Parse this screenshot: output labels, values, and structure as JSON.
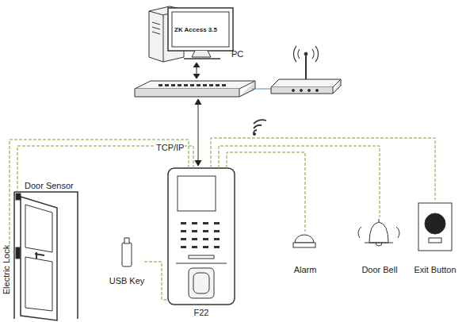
{
  "diagram": {
    "nodes": [
      {
        "text": [
          "ZK Access 3.5",
          "PC"
        ]
      },
      {
        "text": [
          "F22"
        ]
      },
      {
        "text": [
          "USB Key"
        ]
      },
      {
        "text": [
          "Alarm"
        ]
      },
      {
        "text": [
          "Door Bell"
        ]
      },
      {
        "text": [
          "Exit Button"
        ]
      }
    ],
    "edges": [
      {
        "from": 1,
        "to": 3,
        "arrow": "none"
      },
      {
        "from": 1,
        "to": 4,
        "arrow": "none"
      },
      {
        "from": 1,
        "to": 5,
        "arrow": "none"
      },
      {
        "from": 2,
        "to": 1,
        "arrow": "none"
      }
    ],
    "labels": [
      "TCP/IP",
      "Door Sensor",
      "Electric Lock"
    ]
  }
}
